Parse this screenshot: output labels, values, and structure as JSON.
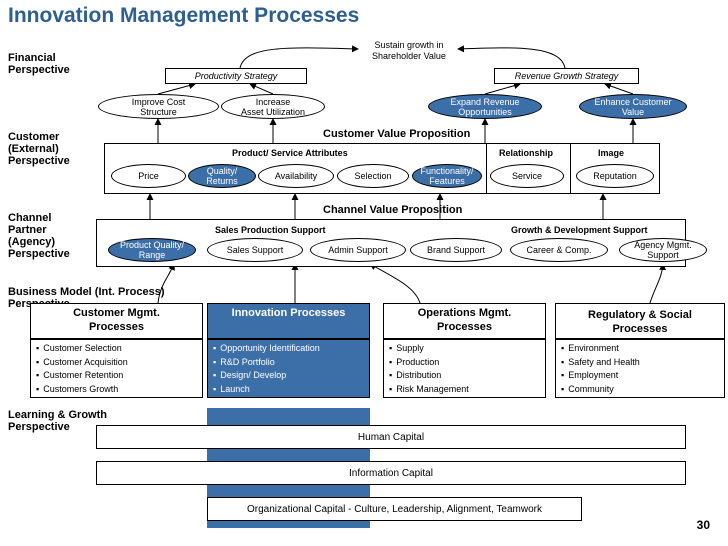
{
  "title": "Innovation Management Processes",
  "page_number": "30",
  "colors": {
    "title": "#2d5f95",
    "accent": "#3c6ea8"
  },
  "perspectives": {
    "financial": [
      "Financial",
      "Perspective"
    ],
    "customer": [
      "Customer",
      "(External)",
      "Perspective"
    ],
    "channel": [
      "Channel",
      "Partner",
      "(Agency)",
      "Perspective"
    ],
    "business": [
      "Business Model (Int. Process)",
      "Perspective"
    ],
    "learning": [
      "Learning & Growth",
      "Perspective"
    ]
  },
  "financial": {
    "top_goal": [
      "Sustain growth in",
      "Shareholder Value"
    ],
    "productivity_strategy": "Productivity Strategy",
    "revenue_strategy": "Revenue Growth Strategy",
    "ovals": [
      [
        "Improve Cost",
        "Structure"
      ],
      [
        "Increase",
        "Asset Utilization"
      ],
      [
        "Expand Revenue",
        "Opportunities"
      ],
      [
        "Enhance Customer",
        "Value"
      ]
    ]
  },
  "customer": {
    "heading": "Customer Value Proposition",
    "attributes_header": "Product/ Service Attributes",
    "relationship_header": "Relationship",
    "image_header": "Image",
    "items": [
      [
        "Price"
      ],
      [
        "Quality/",
        "Returns"
      ],
      [
        "Availability"
      ],
      [
        "Selection"
      ],
      [
        "Functionality/",
        "Features"
      ],
      [
        "Service"
      ],
      [
        "Reputation"
      ]
    ]
  },
  "channel": {
    "heading": "Channel Value Proposition",
    "sales_header": "Sales Production Support",
    "growth_header": "Growth & Development Support",
    "items": [
      [
        "Product Quality/",
        "Range"
      ],
      [
        "Sales Support"
      ],
      [
        "Admin Support"
      ],
      [
        "Brand Support"
      ],
      [
        "Career & Comp."
      ],
      [
        "Agency Mgmt.",
        "Support"
      ]
    ]
  },
  "processes": [
    {
      "title": [
        "Customer Mgmt.",
        "Processes"
      ],
      "items": [
        "Customer Selection",
        "Customer Acquisition",
        "Customer Retention",
        "Customers Growth"
      ]
    },
    {
      "title": [
        "Innovation Processes"
      ],
      "items": [
        "Opportunity Identification",
        "R&D Portfolio",
        "Design/ Develop",
        "Launch"
      ]
    },
    {
      "title": [
        "Operations Mgmt.",
        "Processes"
      ],
      "items": [
        "Supply",
        "Production",
        "Distribution",
        "Risk Management"
      ]
    },
    {
      "title": [
        "Regulatory & Social",
        "Processes"
      ],
      "items": [
        "Environment",
        "Safety and Health",
        "Employment",
        "Community"
      ]
    }
  ],
  "learning": {
    "human_capital": "Human Capital",
    "information_capital": "Information Capital",
    "organizational_capital": "Organizational Capital - Culture, Leadership, Alignment, Teamwork"
  }
}
